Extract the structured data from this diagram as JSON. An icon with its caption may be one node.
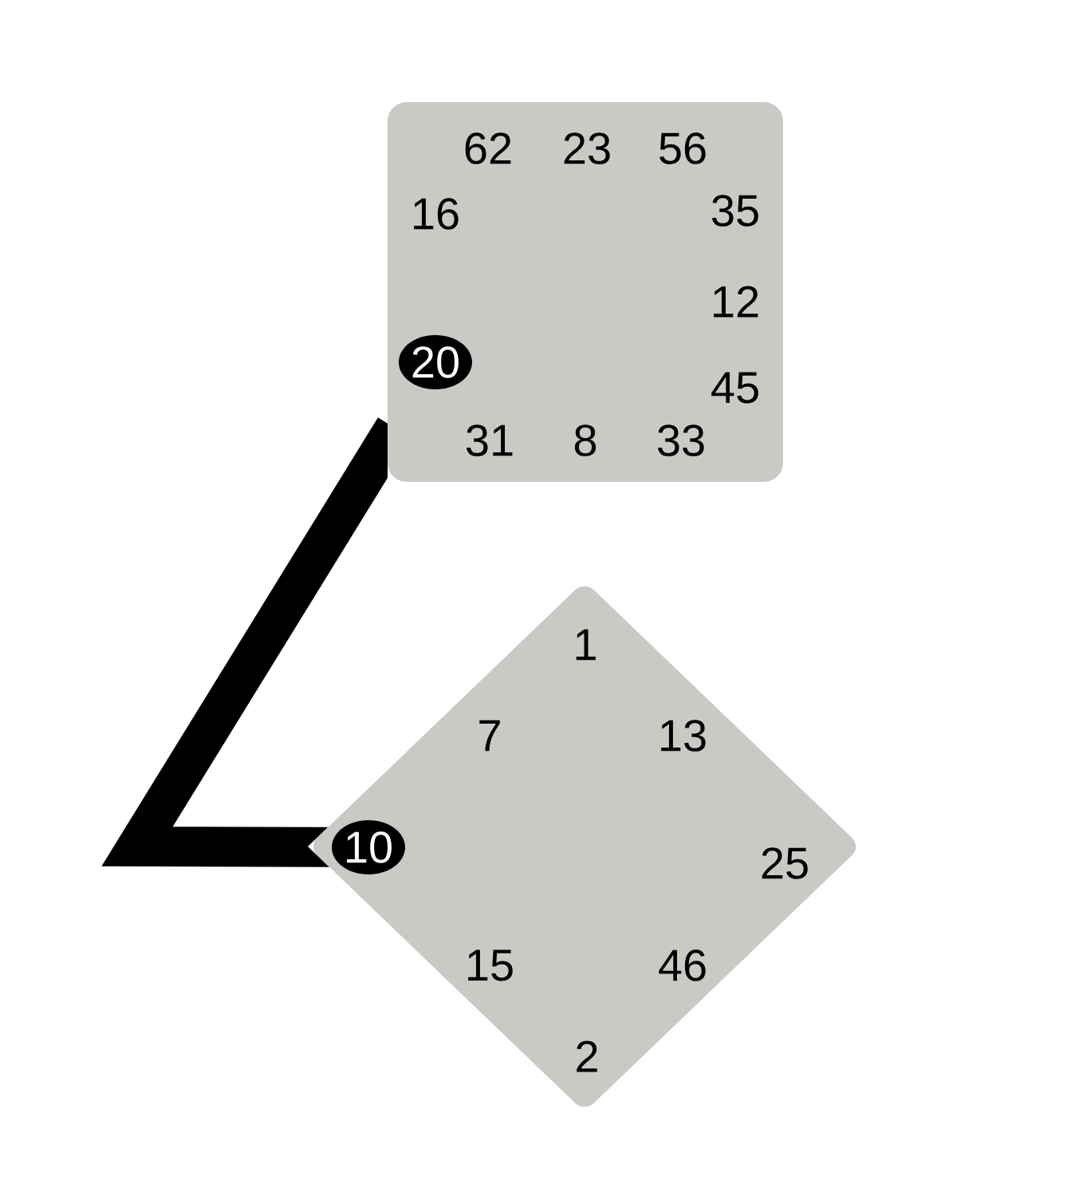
{
  "diagram": {
    "nodes": [
      {
        "text": [
          "62",
          "23",
          "56",
          "16",
          "35",
          "12",
          "45",
          "31",
          "8",
          "33"
        ]
      },
      {
        "text": [
          "20"
        ],
        "in": 0
      },
      {
        "text": [
          "1",
          "7",
          "13",
          "25",
          "15",
          "46",
          "2"
        ]
      },
      {
        "text": [
          "10"
        ],
        "in": 2
      }
    ],
    "edges": [
      {
        "from": 1,
        "to": 3,
        "arrow": "none"
      }
    ]
  }
}
